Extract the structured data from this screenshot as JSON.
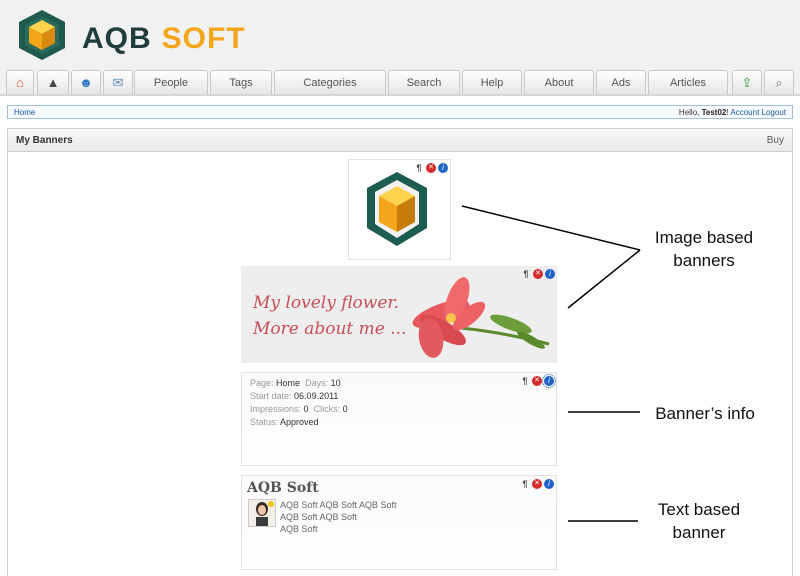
{
  "brand": {
    "part1": "AQB",
    "part2": "SOFT",
    "accent": "#f5a51a",
    "dark": "#1f3d3a"
  },
  "nav": {
    "icon_tabs": [
      "home-icon",
      "hat-icon",
      "user-icon",
      "mail-icon"
    ],
    "tabs": [
      "People",
      "Tags",
      "Categories",
      "Search",
      "Help",
      "About",
      "Ads",
      "Articles"
    ],
    "right_icons": [
      "upload-icon",
      "search-icon"
    ]
  },
  "breadcrumb": {
    "home": "Home",
    "hello": "Hello,",
    "user": "Test02",
    "exclaim": "!",
    "account": "Account",
    "logout": "Logout"
  },
  "panel": {
    "title": "My Banners",
    "buy": "Buy"
  },
  "banner_icons": {
    "paragraph": "¶",
    "close": "✕",
    "info": "i"
  },
  "flower_banner": {
    "line1": "My lovely flower.",
    "line2": "More about me ..."
  },
  "info_banner": {
    "page_label": "Page:",
    "page_value": "Home",
    "days_label": "Days:",
    "days_value": "10",
    "start_label": "Start date:",
    "start_value": "06.09.2011",
    "impr_label": "Impressions:",
    "impr_value": "0",
    "clicks_label": "Clicks:",
    "clicks_value": "0",
    "status_label": "Status:",
    "status_value": "Approved"
  },
  "text_banner": {
    "title": "AQB Soft",
    "lines": [
      "AQB Soft AQB Soft AQB Soft",
      "AQB Soft AQB Soft",
      "AQB Soft"
    ]
  },
  "annotations": {
    "image": [
      "Image based",
      "banners"
    ],
    "info": "Banner’s info",
    "text": [
      "Text based",
      "banner"
    ]
  }
}
